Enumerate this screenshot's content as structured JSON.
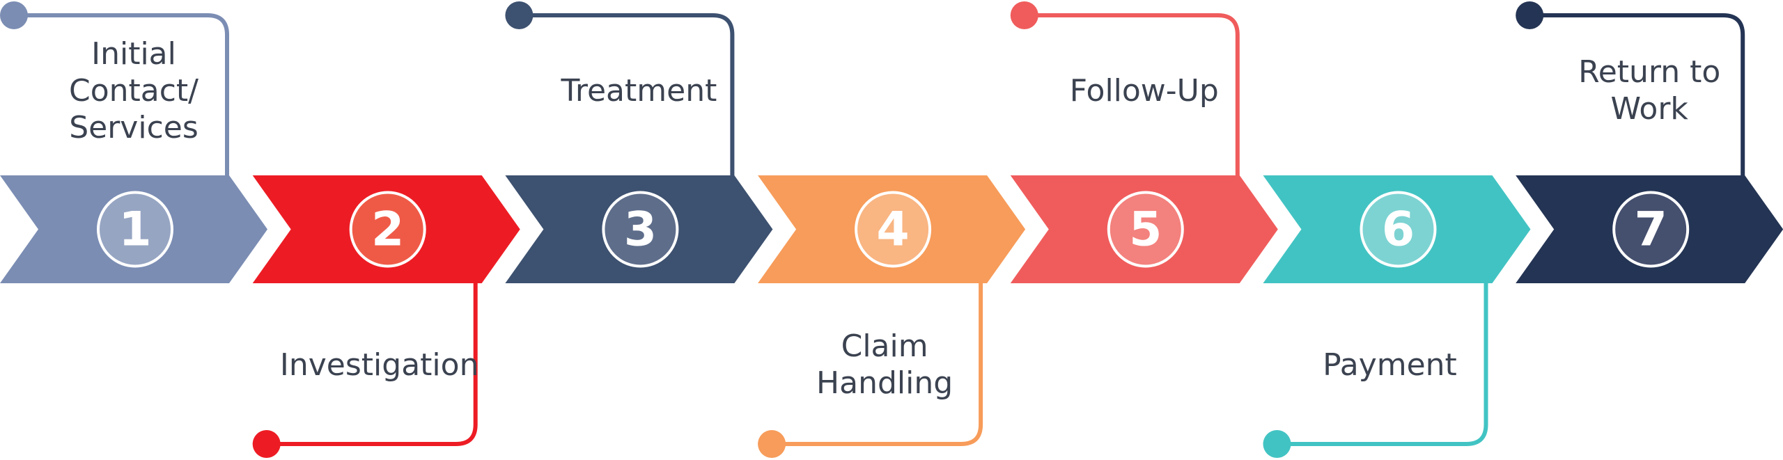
{
  "steps": [
    {
      "number": "1",
      "label": "Initial\nContact/\nServices",
      "color": "#7b8db3",
      "circle_fill": "#96a5c2",
      "connector": "top"
    },
    {
      "number": "2",
      "label": "Investigation",
      "color": "#ed1c24",
      "circle_fill": "#ef5a47",
      "connector": "bottom"
    },
    {
      "number": "3",
      "label": "Treatment",
      "color": "#3d5170",
      "circle_fill": "#5e6d8a",
      "connector": "top"
    },
    {
      "number": "4",
      "label": "Claim\nHandling",
      "color": "#f79c5a",
      "circle_fill": "#f9b582",
      "connector": "bottom"
    },
    {
      "number": "5",
      "label": "Follow-Up",
      "color": "#f05c5c",
      "circle_fill": "#f3817d",
      "connector": "top"
    },
    {
      "number": "6",
      "label": "Payment",
      "color": "#42c3c3",
      "circle_fill": "#7dd3d2",
      "connector": "bottom"
    },
    {
      "number": "7",
      "label": "Return to\nWork",
      "color": "#243454",
      "circle_fill": "#454f6e",
      "connector": "top"
    }
  ]
}
